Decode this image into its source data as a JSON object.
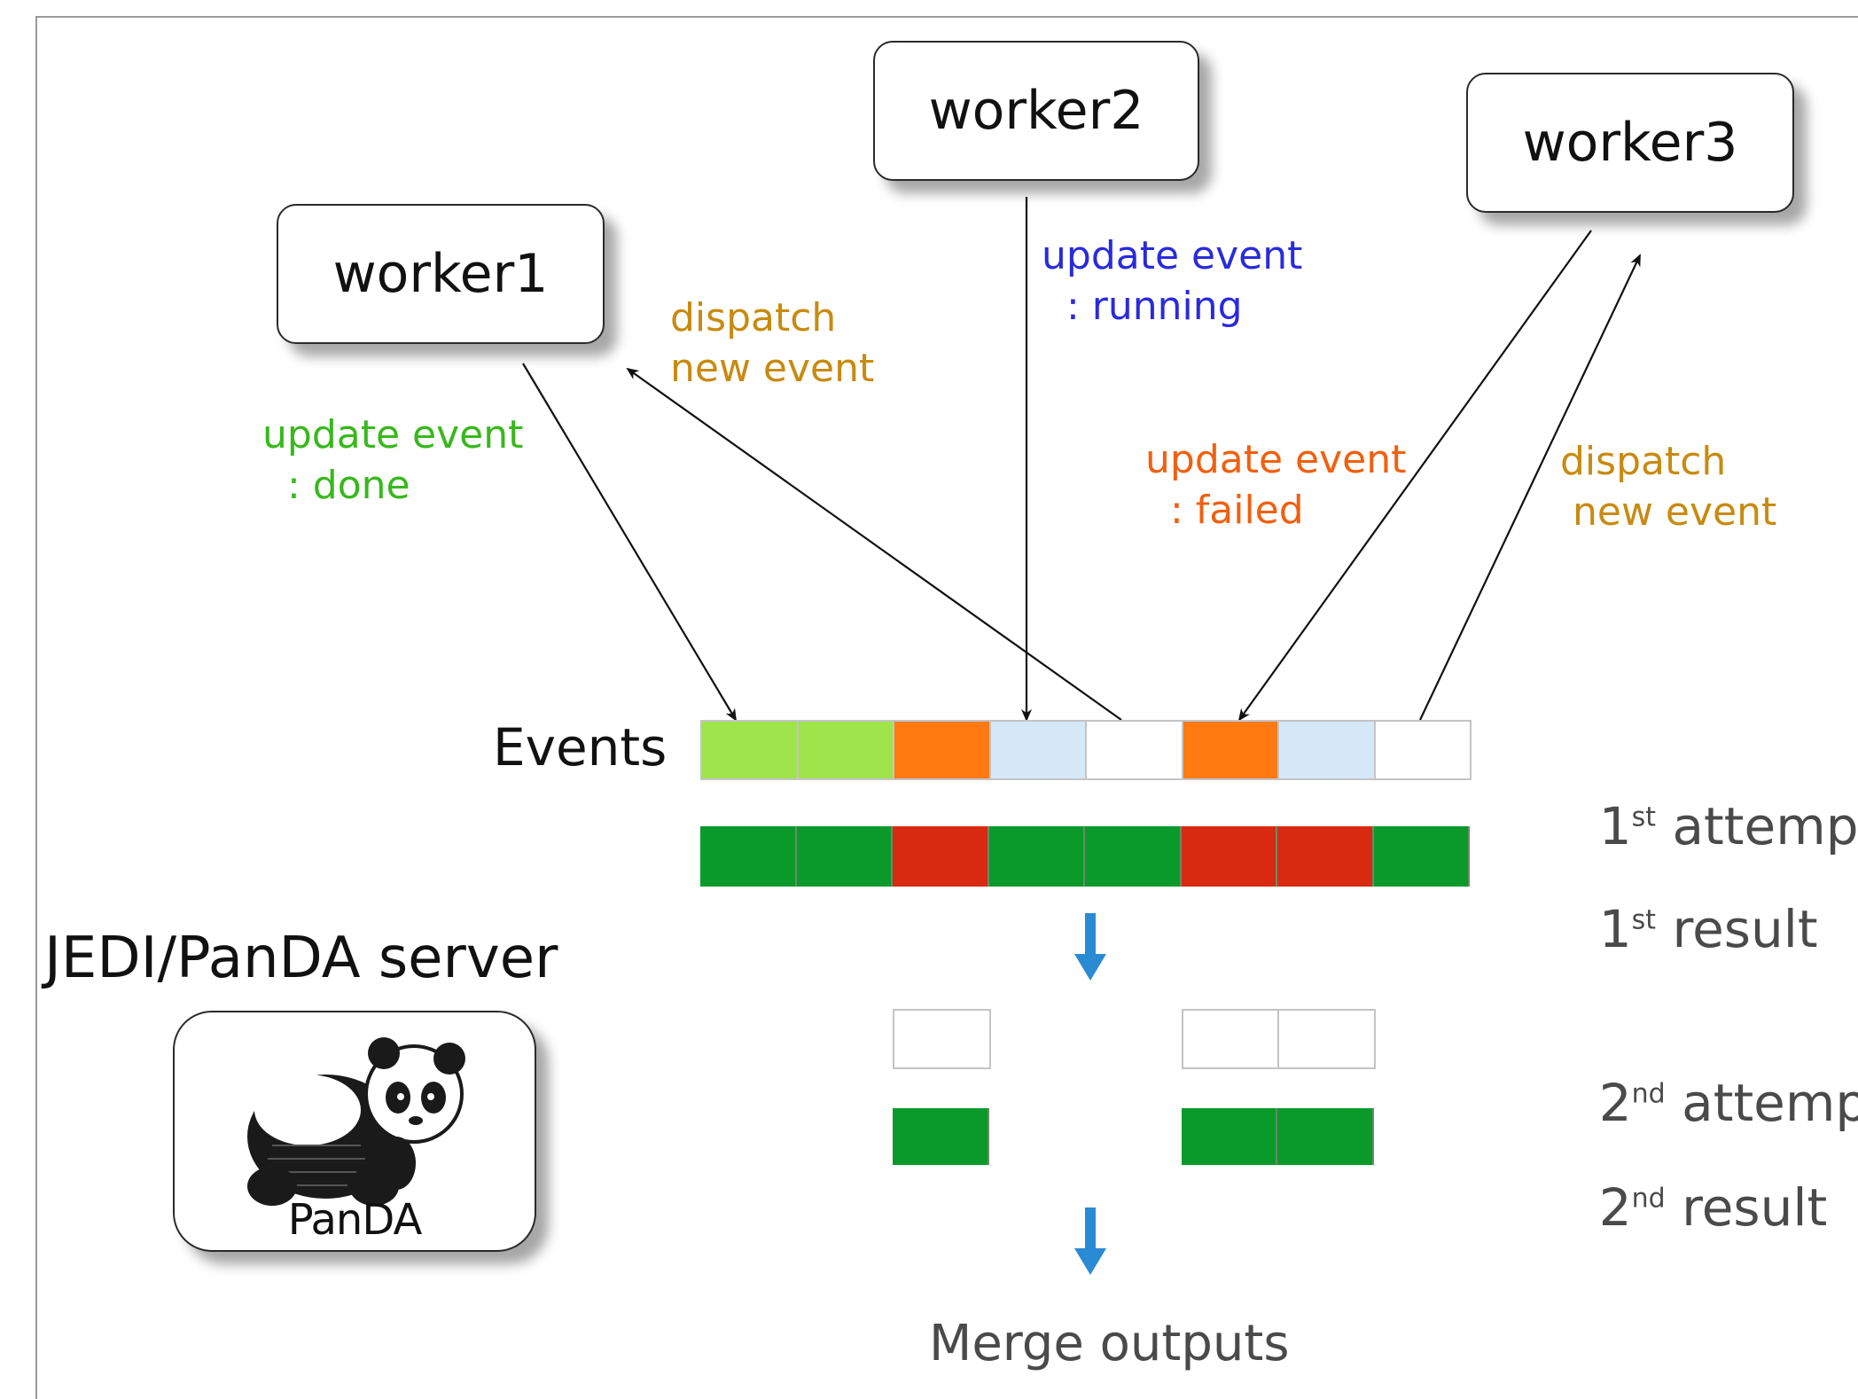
{
  "workers": [
    {
      "id": "worker1",
      "label": "worker1"
    },
    {
      "id": "worker2",
      "label": "worker2"
    },
    {
      "id": "worker3",
      "label": "worker3"
    }
  ],
  "annotations": {
    "update_done": "update event\n  : done",
    "dispatch_new_1": "dispatch\nnew event",
    "update_running": "update event\n  : running",
    "update_failed": "update event\n  : failed",
    "dispatch_new_3": "dispatch\n new event"
  },
  "colors": {
    "done": "#9fe44a",
    "failed": "#ff7a10",
    "running": "#d4e8f7",
    "empty": "#ffffff",
    "success": "#0a9a2a",
    "error": "#d82a10",
    "arrow_blue": "#2a8ad4",
    "annot_green": "#38b81c",
    "annot_orange": "#c88a10",
    "annot_blue": "#2a2adc",
    "annot_red": "#f06010"
  },
  "rows": {
    "events_label": "Events",
    "first_attempt": {
      "num": "1",
      "sup": "st",
      "text": " attempt"
    },
    "first_result": {
      "num": "1",
      "sup": "st",
      "text": " result"
    },
    "second_attempt": {
      "num": "2",
      "sup": "nd",
      "text": " attempt"
    },
    "second_result": {
      "num": "2",
      "sup": "nd",
      "text": " result"
    }
  },
  "event_states": [
    "done",
    "done",
    "failed",
    "running",
    "empty",
    "failed",
    "running",
    "empty"
  ],
  "first_result_states": [
    "success",
    "success",
    "error",
    "success",
    "success",
    "error",
    "error",
    "success"
  ],
  "second_attempt_indices": [
    2,
    5,
    6
  ],
  "second_result_states": [
    "success",
    "success",
    "success"
  ],
  "server_label": "JEDI/PanDA server",
  "panda_logo_text": "PanDA",
  "merge_label": "Merge outputs"
}
